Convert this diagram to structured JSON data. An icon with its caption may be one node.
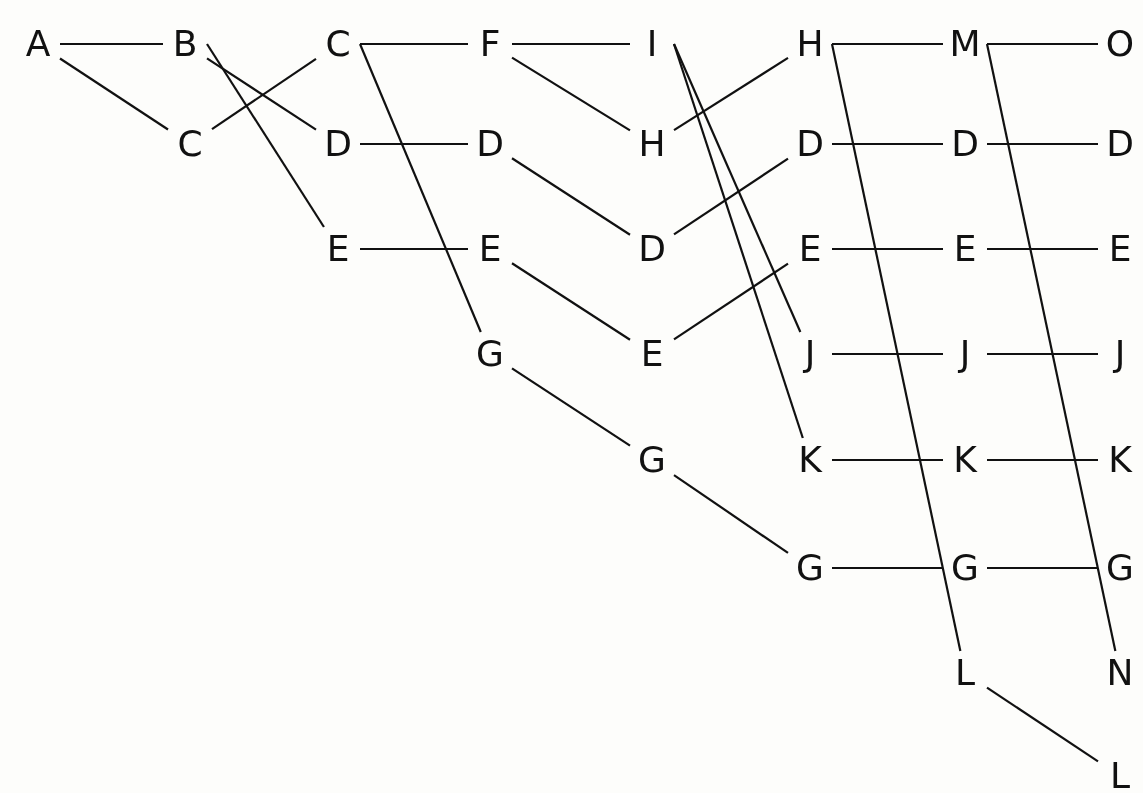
{
  "diagram": {
    "nodes": [
      {
        "text": [
          "A"
        ]
      },
      {
        "text": [
          "B"
        ]
      },
      {
        "text": [
          "C"
        ]
      },
      {
        "text": [
          "C"
        ]
      },
      {
        "text": [
          "D"
        ]
      },
      {
        "text": [
          "E"
        ]
      },
      {
        "text": [
          "F"
        ]
      },
      {
        "text": [
          "D"
        ]
      },
      {
        "text": [
          "E"
        ]
      },
      {
        "text": [
          "G"
        ]
      },
      {
        "text": [
          "I"
        ]
      },
      {
        "text": [
          "H"
        ]
      },
      {
        "text": [
          "D"
        ]
      },
      {
        "text": [
          "E"
        ]
      },
      {
        "text": [
          "G"
        ]
      },
      {
        "text": [
          "H"
        ]
      },
      {
        "text": [
          "D"
        ]
      },
      {
        "text": [
          "E"
        ]
      },
      {
        "text": [
          "J"
        ]
      },
      {
        "text": [
          "K"
        ]
      },
      {
        "text": [
          "G"
        ]
      },
      {
        "text": [
          "M"
        ]
      },
      {
        "text": [
          "D"
        ]
      },
      {
        "text": [
          "E"
        ]
      },
      {
        "text": [
          "J"
        ]
      },
      {
        "text": [
          "K"
        ]
      },
      {
        "text": [
          "G"
        ]
      },
      {
        "text": [
          "L"
        ]
      },
      {
        "text": [
          "O"
        ]
      },
      {
        "text": [
          "D"
        ]
      },
      {
        "text": [
          "E"
        ]
      },
      {
        "text": [
          "J"
        ]
      },
      {
        "text": [
          "K"
        ]
      },
      {
        "text": [
          "G"
        ]
      },
      {
        "text": [
          "N"
        ]
      },
      {
        "text": [
          "L"
        ]
      }
    ],
    "edges": [
      {
        "from": 0,
        "to": 1,
        "arrow": "none"
      },
      {
        "from": 0,
        "to": 2,
        "arrow": "none"
      },
      {
        "from": 1,
        "to": 4,
        "arrow": "none"
      },
      {
        "from": 1,
        "to": 5,
        "arrow": "none"
      },
      {
        "from": 2,
        "to": 3,
        "arrow": "none"
      },
      {
        "from": 3,
        "to": 6,
        "arrow": "none"
      },
      {
        "from": 3,
        "to": 9,
        "arrow": "none"
      },
      {
        "from": 4,
        "to": 7,
        "arrow": "none"
      },
      {
        "from": 5,
        "to": 8,
        "arrow": "none"
      },
      {
        "from": 6,
        "to": 10,
        "arrow": "none"
      },
      {
        "from": 6,
        "to": 11,
        "arrow": "none"
      },
      {
        "from": 7,
        "to": 12,
        "arrow": "none"
      },
      {
        "from": 8,
        "to": 13,
        "arrow": "none"
      },
      {
        "from": 9,
        "to": 14,
        "arrow": "none"
      },
      {
        "from": 14,
        "to": 20,
        "arrow": "none"
      },
      {
        "from": 10,
        "to": 18,
        "arrow": "none"
      },
      {
        "from": 10,
        "to": 19,
        "arrow": "none"
      },
      {
        "from": 11,
        "to": 15,
        "arrow": "none"
      },
      {
        "from": 12,
        "to": 16,
        "arrow": "none"
      },
      {
        "from": 13,
        "to": 17,
        "arrow": "none"
      },
      {
        "from": 15,
        "to": 21,
        "arrow": "none"
      },
      {
        "from": 15,
        "to": 27,
        "arrow": "none"
      },
      {
        "from": 16,
        "to": 22,
        "arrow": "none"
      },
      {
        "from": 17,
        "to": 23,
        "arrow": "none"
      },
      {
        "from": 18,
        "to": 24,
        "arrow": "none"
      },
      {
        "from": 19,
        "to": 25,
        "arrow": "none"
      },
      {
        "from": 20,
        "to": 26,
        "arrow": "none"
      },
      {
        "from": 21,
        "to": 28,
        "arrow": "none"
      },
      {
        "from": 21,
        "to": 34,
        "arrow": "none"
      },
      {
        "from": 22,
        "to": 29,
        "arrow": "none"
      },
      {
        "from": 23,
        "to": 30,
        "arrow": "none"
      },
      {
        "from": 24,
        "to": 31,
        "arrow": "none"
      },
      {
        "from": 25,
        "to": 32,
        "arrow": "none"
      },
      {
        "from": 26,
        "to": 33,
        "arrow": "none"
      },
      {
        "from": 27,
        "to": 35,
        "arrow": "none"
      }
    ]
  }
}
